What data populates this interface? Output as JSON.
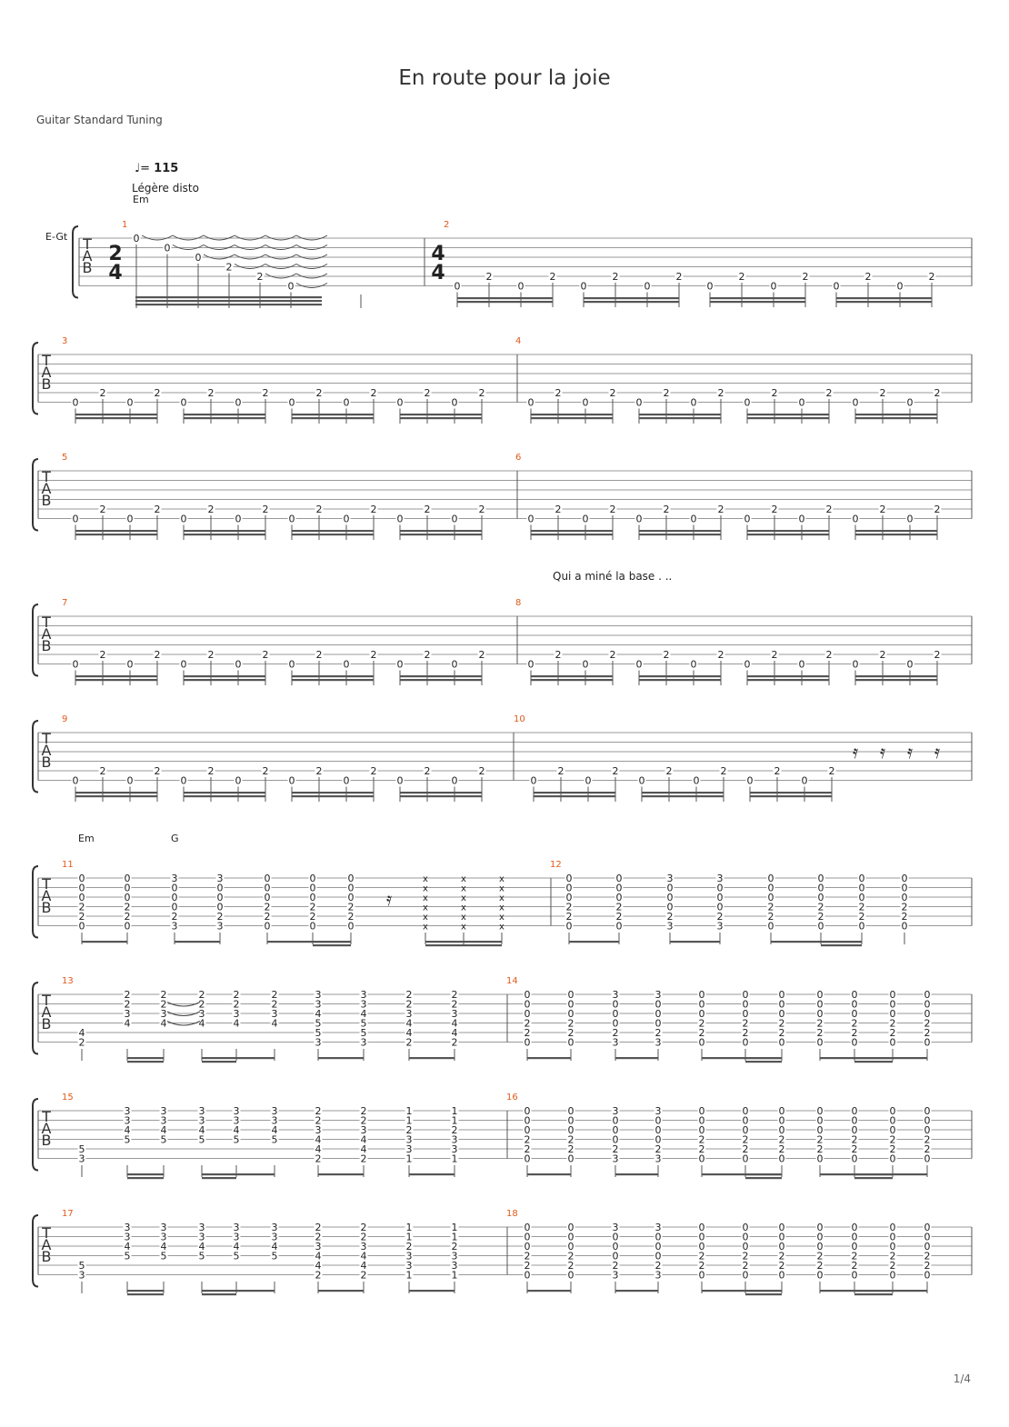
{
  "title": "En route pour la joie",
  "tuning": "Guitar Standard Tuning",
  "tempo": {
    "symbol": "= ",
    "bpm": "115"
  },
  "style_label": "Légère disto",
  "first_chord": "Em",
  "instrument": "E-Gt",
  "lyric": "Qui a miné la base . ..",
  "chords": [
    "Em",
    "G"
  ],
  "time_signatures": [
    {
      "measure": 1,
      "top": "2",
      "bottom": "4"
    },
    {
      "measure": 2,
      "top": "4",
      "bottom": "4"
    }
  ],
  "measures": [
    "1",
    "2",
    "3",
    "4",
    "5",
    "6",
    "7",
    "8",
    "9",
    "10",
    "11",
    "12",
    "13",
    "14",
    "15",
    "16",
    "17",
    "18"
  ],
  "tab_clef": [
    "T",
    "A",
    "B"
  ],
  "page_number": "1/4",
  "colors": {
    "measure_number": "#e05a1a",
    "staff_line": "#999999",
    "ink": "#222222"
  }
}
